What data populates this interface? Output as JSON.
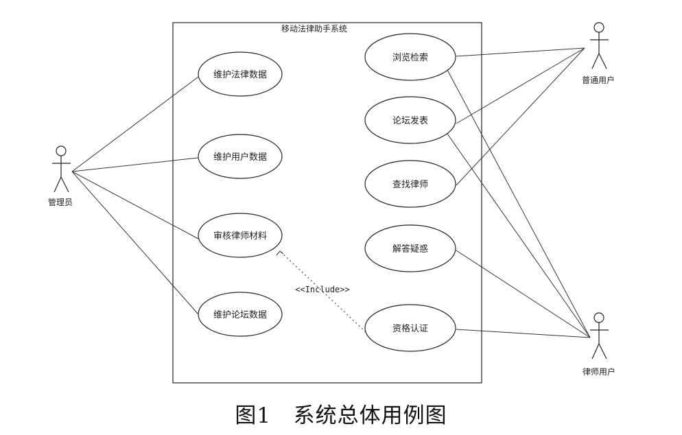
{
  "diagram": {
    "system_name": "移动法律助手系统",
    "actors": {
      "admin": "管理员",
      "user": "普通用户",
      "lawyer": "律师用户"
    },
    "use_cases": {
      "maintain_law_data": "维护法律数据",
      "maintain_user_data": "维护用户数据",
      "review_lawyer_material": "审核律师材料",
      "maintain_forum_data": "维护论坛数据",
      "browse_search": "浏览检索",
      "forum_post": "论坛发表",
      "find_lawyer": "查找律师",
      "answer_questions": "解答疑惑",
      "qualification": "资格认证"
    },
    "include_label": "<<Include>>"
  },
  "caption": {
    "figure_no": "图1",
    "title": "系统总体用例图"
  }
}
